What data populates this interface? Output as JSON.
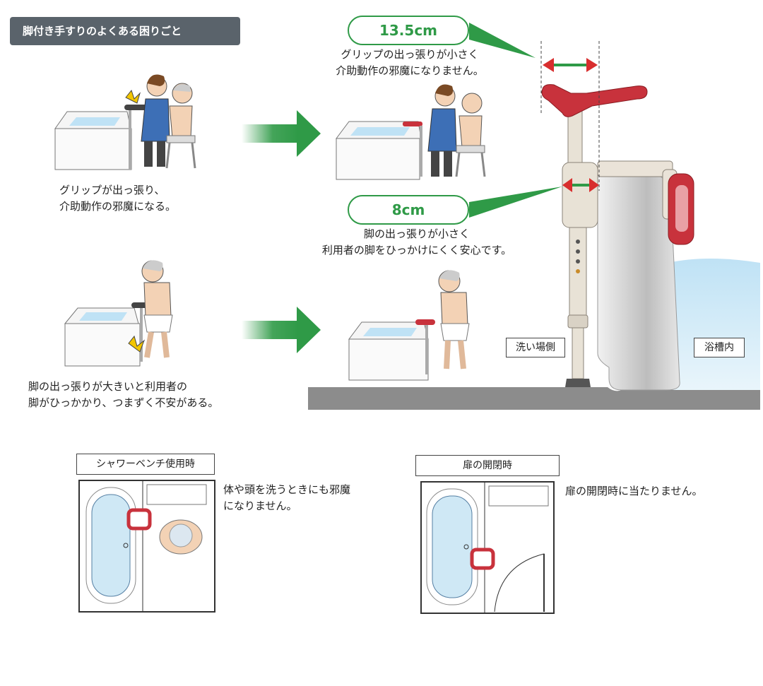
{
  "title": "脚付き手すりのよくある困りごと",
  "problems": {
    "grip": {
      "caption_lines": [
        "グリップが出っ張り、",
        "介助動作の邪魔になる。"
      ]
    },
    "leg": {
      "caption_lines": [
        "脚の出っ張りが大きいと利用者の",
        "脚がひっかかり、つまずく不安がある。"
      ]
    }
  },
  "solutions": {
    "grip": {
      "measure": "13.5cm",
      "caption_lines": [
        "グリップの出っ張りが小さく",
        "介助動作の邪魔になりません。"
      ]
    },
    "leg": {
      "measure": "8cm",
      "caption_lines": [
        "脚の出っ張りが小さく",
        "利用者の脚をひっかけにくく安心です。"
      ]
    }
  },
  "side_labels": {
    "wash_side": "洗い場側",
    "tub_side": "浴槽内"
  },
  "scenarios": {
    "shower": {
      "heading": "シャワーベンチ使用時",
      "caption_lines": [
        "体や頭を洗うときにも邪魔",
        "になりません。"
      ]
    },
    "door": {
      "heading": "扉の開閉時",
      "caption_lines": [
        "扉の開閉時に当たりません。"
      ]
    }
  },
  "colors": {
    "accent_green": "#2f9a47",
    "grip_red": "#c8323c",
    "badge_gray": "#5a636b",
    "water_blue": "#cfe8f5"
  }
}
